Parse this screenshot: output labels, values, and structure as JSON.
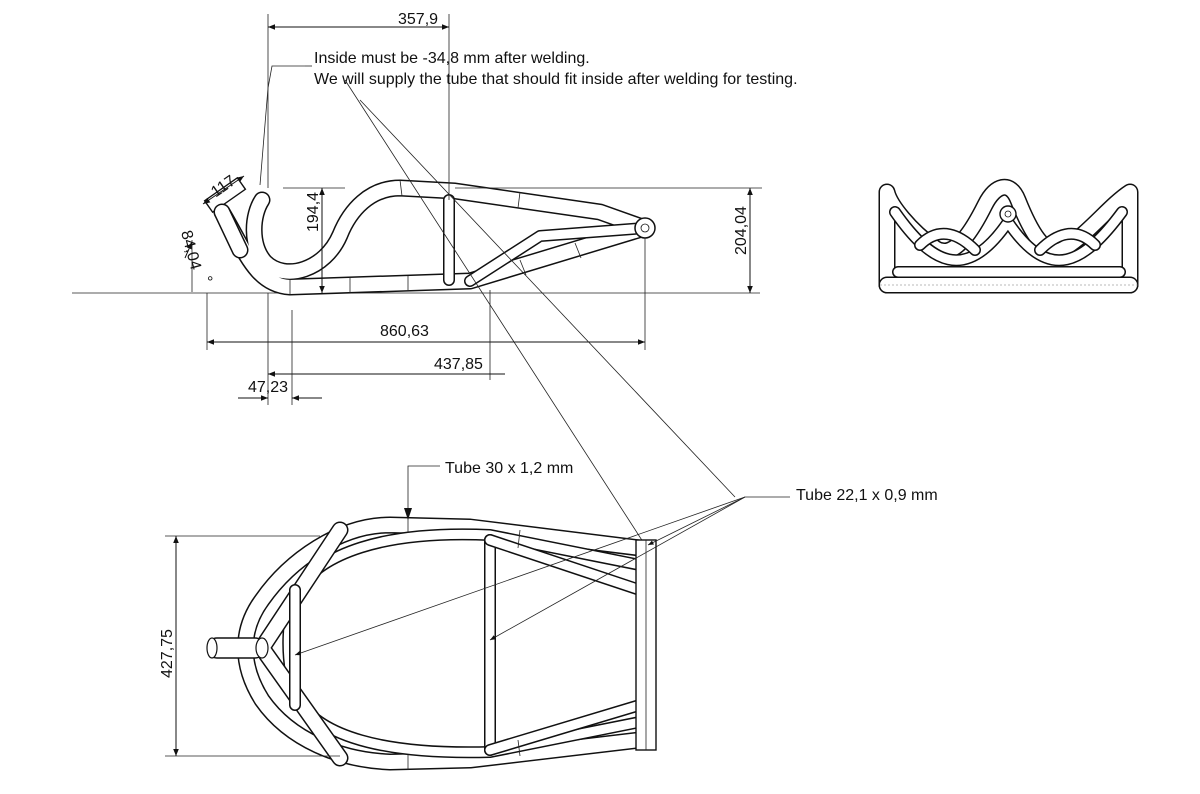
{
  "notes": {
    "line1": "Inside must be -34,8 mm after welding.",
    "line2": "We will supply the tube that should fit inside after welding for testing."
  },
  "dimensions": {
    "d_357_9": "357,9",
    "d_117": "117",
    "d_194_4": "194,4",
    "d_204_04": "204,04",
    "d_84_04": "84,04",
    "d_deg": "°",
    "d_860_63": "860,63",
    "d_437_85": "437,85",
    "d_47_23": "47,23",
    "d_427_75": "427,75"
  },
  "callouts": {
    "tube_large": "Tube 30 x 1,2 mm",
    "tube_small": "Tube 22,1 x 0,9 mm"
  }
}
